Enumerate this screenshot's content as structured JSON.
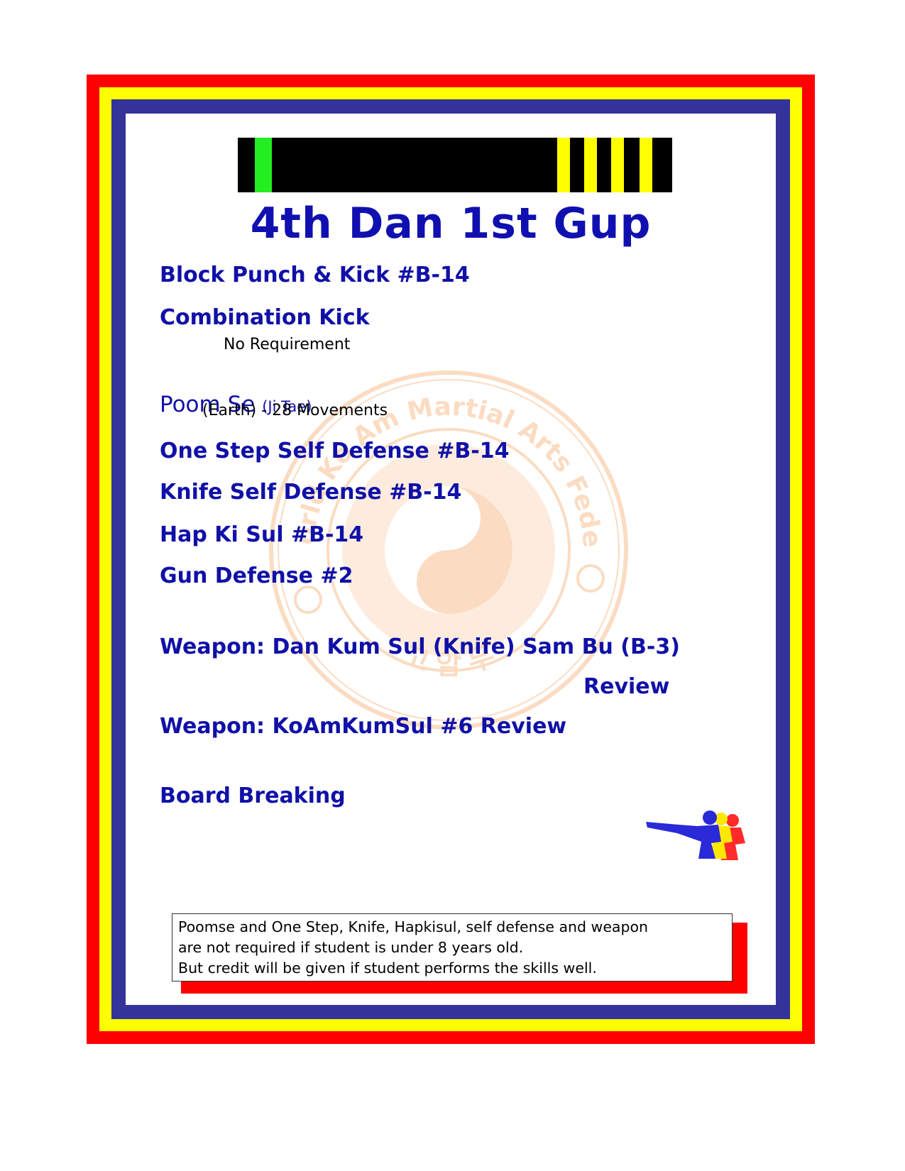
{
  "title": "4th Dan 1st Gup",
  "colors": {
    "red": "#ff0000",
    "yellow": "#ffff00",
    "blue": "#333399",
    "text_blue": "#1010a8",
    "belt_black": "#000000",
    "belt_green": "#22ee22",
    "watermark_orange": "#f7b27a"
  },
  "belt": {
    "tip_stripe_color": "green",
    "gold_stripes": 4
  },
  "items": {
    "block_punch_kick": "Block Punch & Kick #B-14",
    "combination_kick": "Combination Kick",
    "combination_kick_note": "No Requirement",
    "poom_se": "Poom Se",
    "poom_se_name": "(Ji Tae)",
    "poom_se_note": "(Earth) - 28 Movements",
    "one_step": "One Step Self Defense #B-14",
    "knife_defense": "Knife Self Defense #B-14",
    "hap_ki_sul": "Hap Ki Sul #B-14",
    "gun_defense": "Gun Defense #2",
    "weapon_dan_kum": "Weapon: Dan Kum Sul (Knife) Sam Bu (B-3)",
    "weapon_dan_kum_review": "Review",
    "weapon_koam": "Weapon: KoAmKumSul #6 Review",
    "board_breaking": "Board Breaking"
  },
  "watermark": {
    "top_text": "The World Ko Am Martial Arts Federation",
    "bottom_text": "고 암 무"
  },
  "note_box": {
    "line1": "Poomse and One Step, Knife, Hapkisul, self defense and weapon",
    "line2": "are not required if student is under 8 years old.",
    "line3": "But credit will be given if student performs the skills well."
  },
  "icons": {
    "kick_figures": "kicking-figures-icon",
    "emblem": "federation-emblem-icon"
  }
}
